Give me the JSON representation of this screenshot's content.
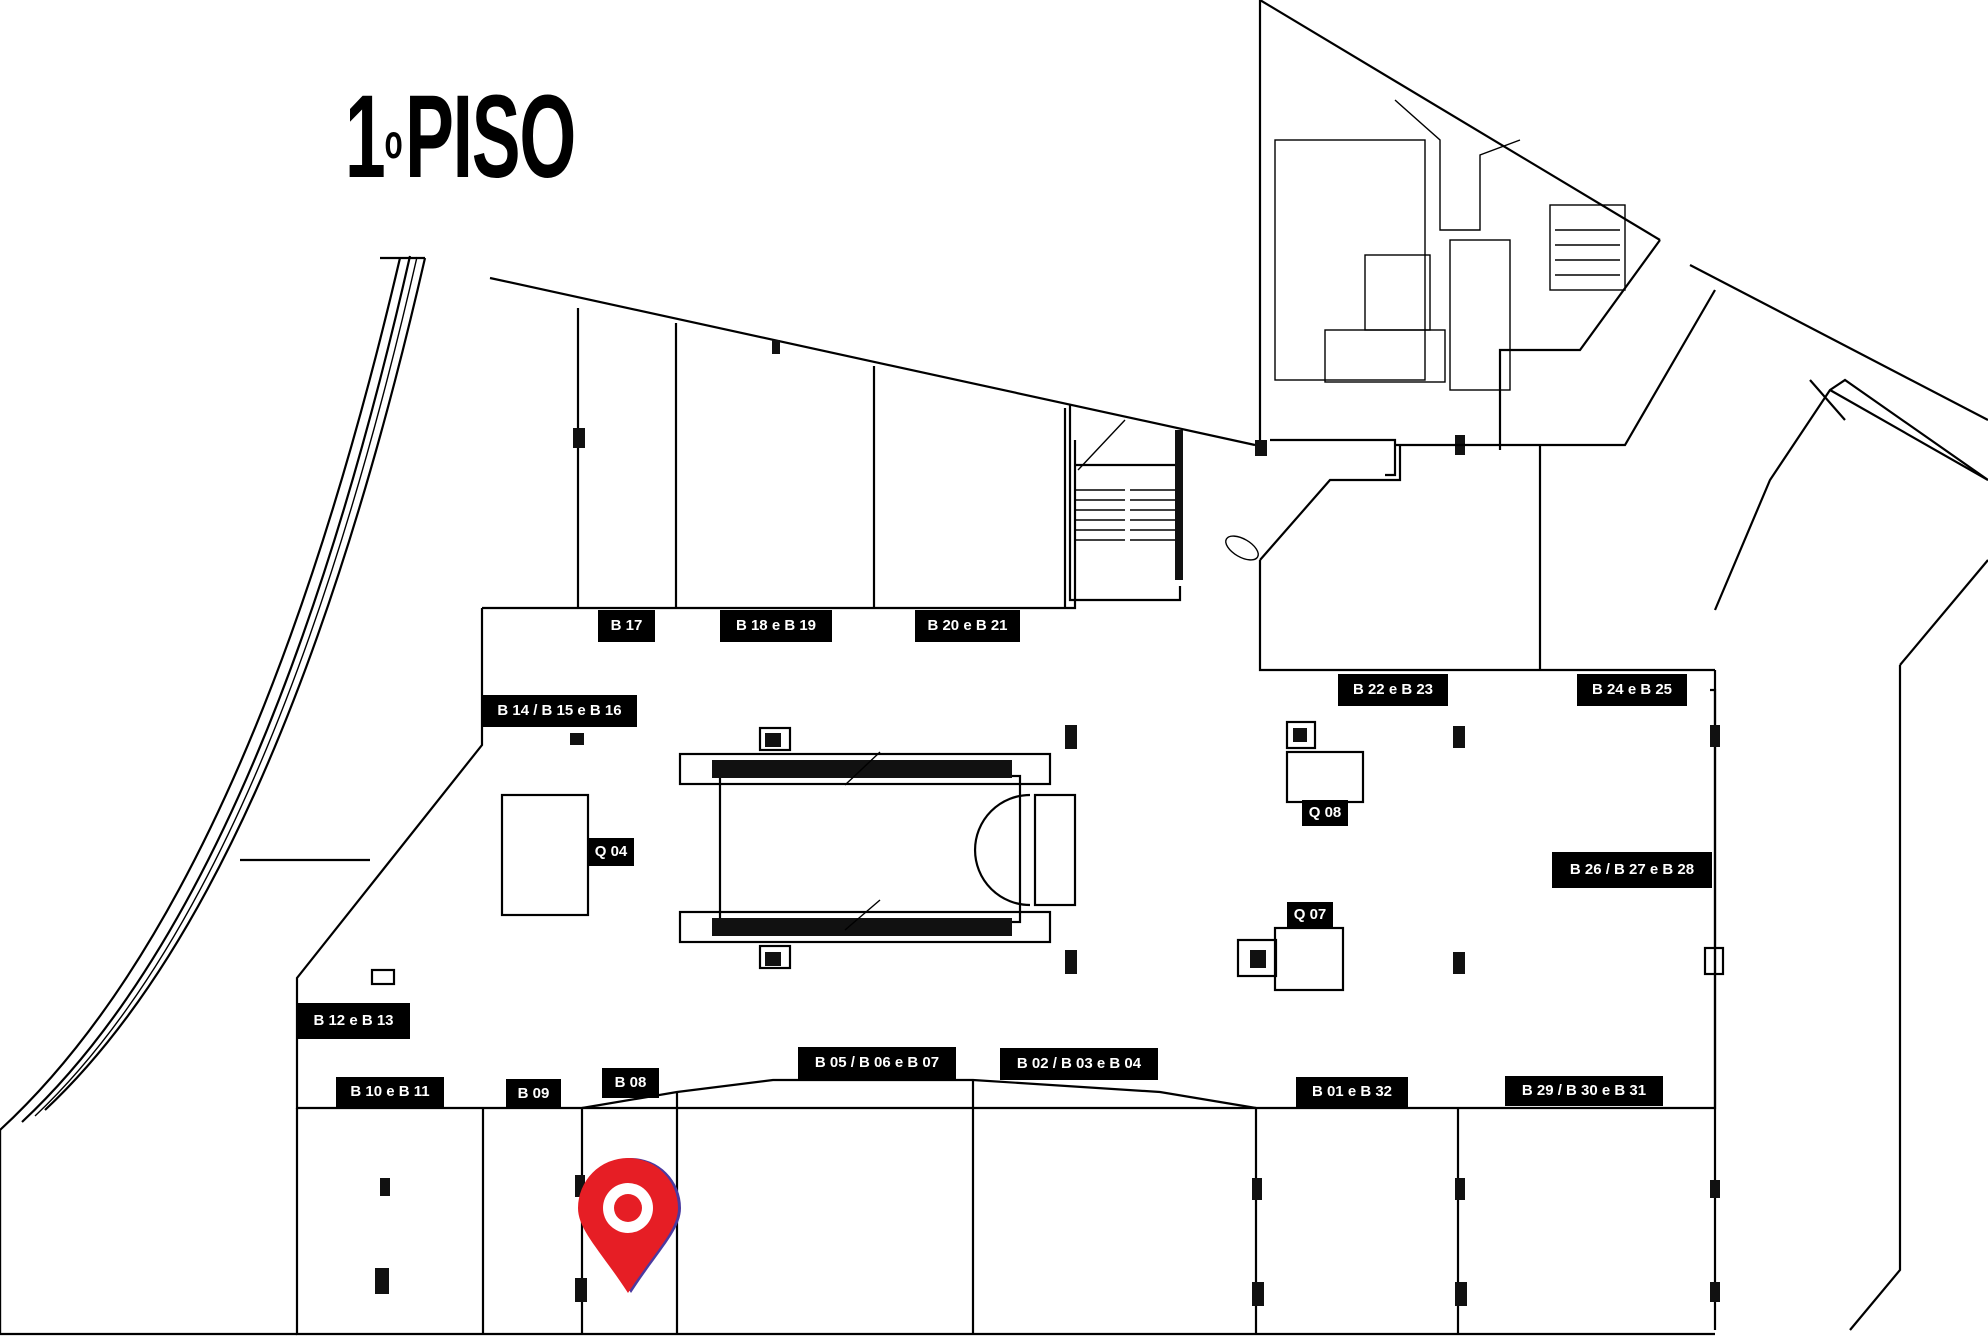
{
  "map": {
    "title_main": "PISO",
    "title_ordinal": "1º",
    "pin_color": "#e61e25",
    "pin_ring_color": "#4b3aa0",
    "labels": {
      "b17": "B 17",
      "b18_19": "B 18 e B 19",
      "b20_21": "B 20 e B 21",
      "b14_16": "B 14 / B 15 e B 16",
      "b22_23": "B 22 e B 23",
      "b24_25": "B 24 e B 25",
      "q08": "Q 08",
      "q04": "Q 04",
      "b26_28": "B 26 / B 27 e B 28",
      "q07": "Q 07",
      "b12_13": "B 12 e B 13",
      "b05_07": "B 05 / B 06 e B 07",
      "b02_04": "B 02 / B 03 e B 04",
      "b08": "B 08",
      "b10_11": "B 10 e B 11",
      "b09": "B 09",
      "b01_32": "B 01 e B 32",
      "b29_31": "B 29 / B 30 e B 31"
    }
  }
}
